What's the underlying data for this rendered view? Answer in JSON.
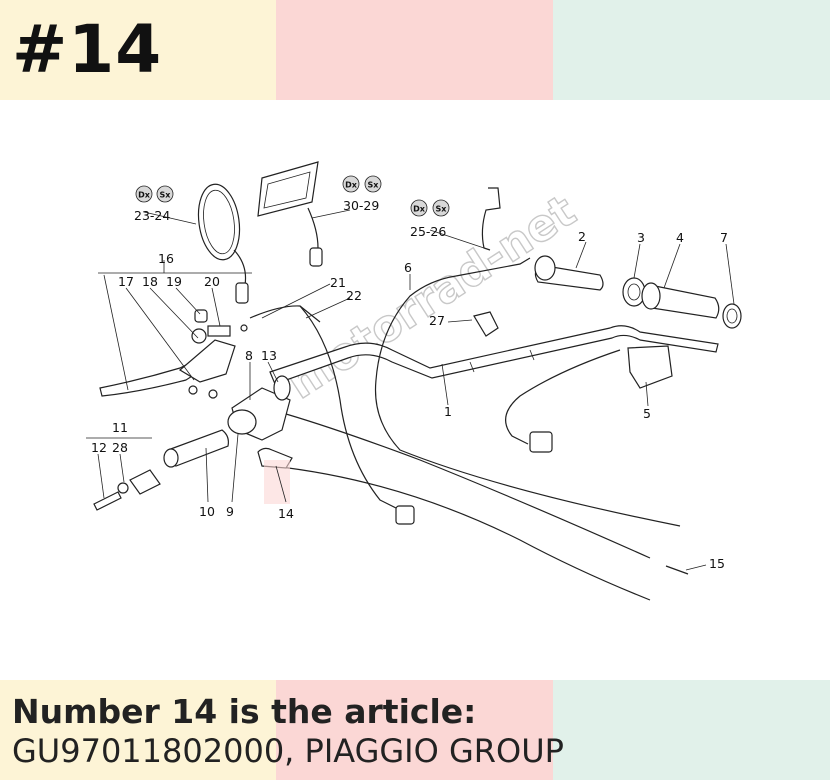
{
  "header": {
    "badge": "#14"
  },
  "footer": {
    "line1": "Number 14 is the article:",
    "line2": "GU97011802000, PIAGGIO GROUP"
  },
  "colors": {
    "band_yellow": "#fdf4d6",
    "band_pink": "#fbd7d5",
    "band_mint": "#e1f1ea",
    "highlight": "#f4a0a0"
  },
  "diagram": {
    "watermark": "motorrad-net",
    "side_badges": {
      "dx": "Dx",
      "sx": "Sx"
    },
    "pairs": {
      "mirror_left": "23-24",
      "mirror_right": "30-29",
      "bracket": "25-26"
    },
    "labels": {
      "p1": "1",
      "p2": "2",
      "p3": "3",
      "p4": "4",
      "p5": "5",
      "p6": "6",
      "p7": "7",
      "p8": "8",
      "p9": "9",
      "p10": "10",
      "p11": "11",
      "p12": "12",
      "p13": "13",
      "p14": "14",
      "p15": "15",
      "p16": "16",
      "p17": "17",
      "p18": "18",
      "p19": "19",
      "p20": "20",
      "p21": "21",
      "p22": "22",
      "p27": "27",
      "p28": "28"
    }
  }
}
